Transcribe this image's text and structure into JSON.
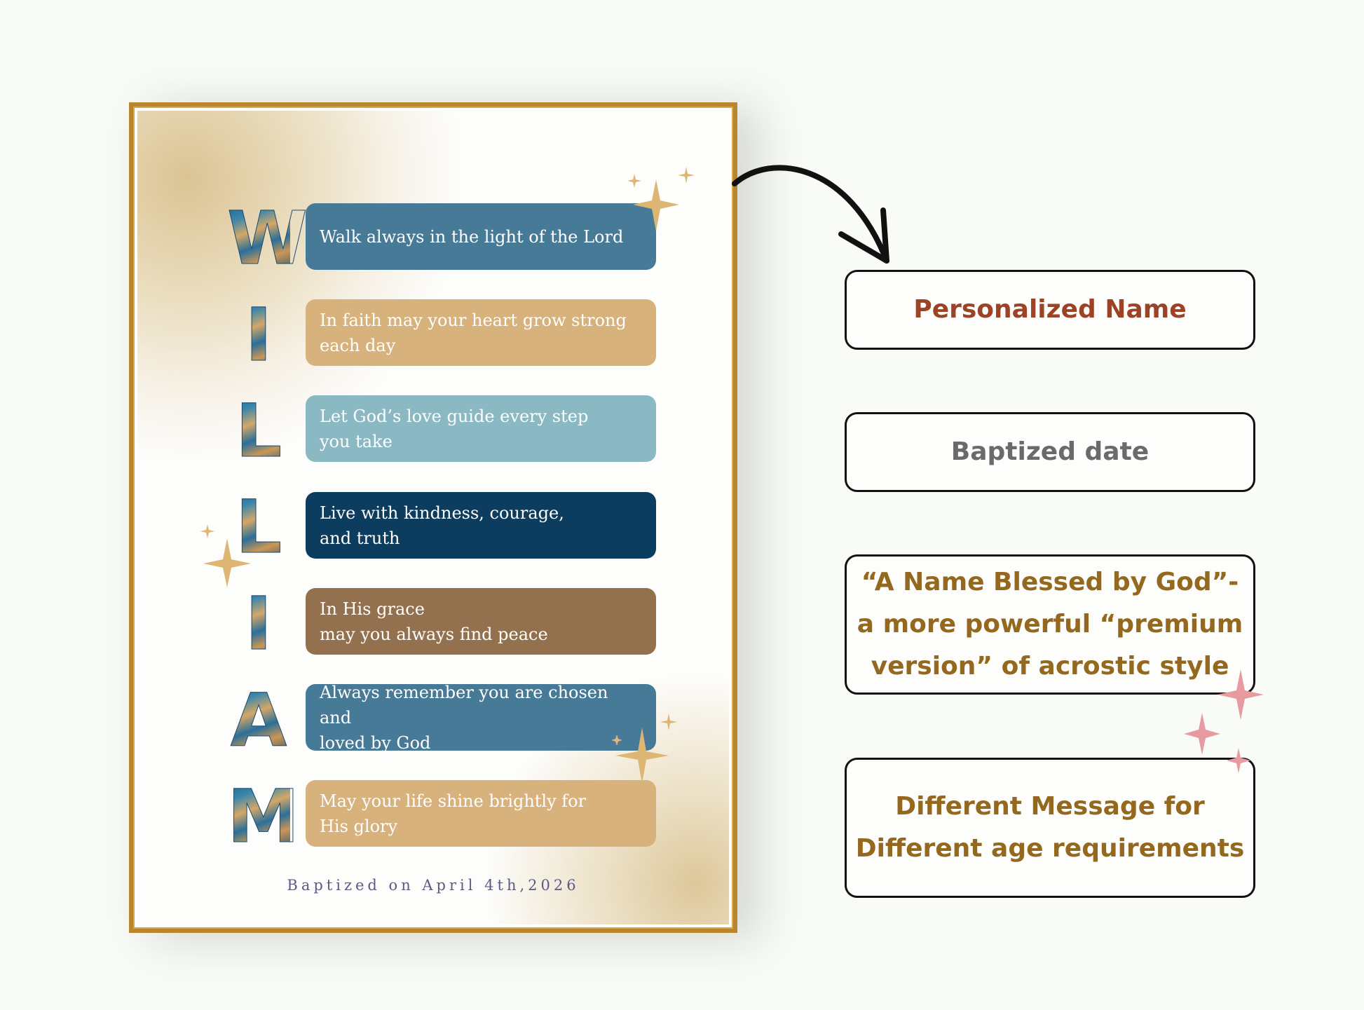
{
  "poster": {
    "letters": [
      "W",
      "I",
      "L",
      "L",
      "I",
      "A",
      "M"
    ],
    "lines": [
      "Walk always in the light of the Lord",
      "In faith may your heart grow strong\neach day",
      "Let God’s love guide every step\nyou take",
      "Live with kindness, courage,\nand truth",
      "In His grace\nmay you always find peace",
      "Always remember you are chosen and\nloved by God",
      "May your life shine brightly for\nHis glory"
    ],
    "footer": "Baptized on April 4th,2026",
    "colors": {
      "frame": "#b8862c",
      "bar_steel_blue": "#467a96",
      "bar_sand": "#d7b27c",
      "bar_light_teal": "#8ab9c3",
      "bar_navy": "#0d3d5e",
      "bar_brown": "#94714e",
      "sparkle": "#deb673"
    }
  },
  "features": {
    "personalized_name": "Personalized Name",
    "baptized_date": "Baptized date",
    "premium_version": "“A Name Blessed by God”-\na more powerful “premium\nversion” of acrostic style",
    "different_message": "Different Message for\nDifferent age requirements",
    "colors": {
      "personalized_name": "#9c4325",
      "baptized_date": "#6a6a6a",
      "premium_version": "#94691f",
      "different_message": "#94691f",
      "pink_sparkle": "#e79aa0"
    }
  },
  "icons": [
    "curved-arrow-icon",
    "sparkle-icon"
  ]
}
